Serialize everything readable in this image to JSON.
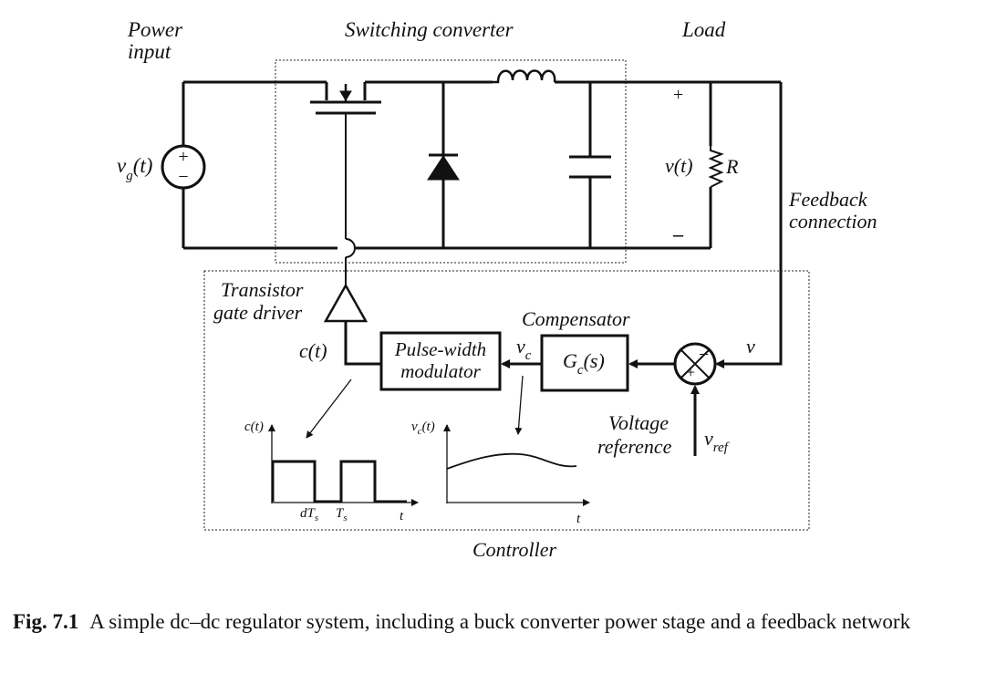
{
  "labels": {
    "power_input_1": "Power",
    "power_input_2": "input",
    "switching_converter": "Switching converter",
    "load": "Load",
    "vg": "v",
    "vg_sub": "g",
    "vg_t": "(t)",
    "source_plus": "+",
    "source_minus": "−",
    "out_plus": "+",
    "out_minus": "–",
    "vout": "v(t)",
    "resistor": "R",
    "feedback_1": "Feedback",
    "feedback_2": "connection",
    "gate_driver_1": "Transistor",
    "gate_driver_2": "gate driver",
    "ct": "c(t)",
    "pwm_1": "Pulse-width",
    "pwm_2": "modulator",
    "vc": "v",
    "vc_sub": "c",
    "compensator": "Compensator",
    "gc": "G",
    "gc_sub": "c",
    "gc_s": "(s)",
    "v": "v",
    "summer_minus": "−",
    "summer_plus": "+",
    "voltage_ref_1": "Voltage",
    "voltage_ref_2": "reference",
    "vref": "v",
    "vref_sub": "ref",
    "controller": "Controller",
    "plot1_ylabel": "c(t)",
    "plot1_dTs": "dT",
    "plot1_dTs_sub": "s",
    "plot1_Ts": "T",
    "plot1_Ts_sub": "s",
    "plot1_t": "t",
    "plot2_ylabel": "v",
    "plot2_ylabel_sub": "c",
    "plot2_ylabel_t": "(t)",
    "plot2_t": "t"
  },
  "caption": {
    "figure": "Fig. 7.1",
    "text": "A simple dc–dc regulator system, including a buck converter power stage and a feedback network"
  }
}
